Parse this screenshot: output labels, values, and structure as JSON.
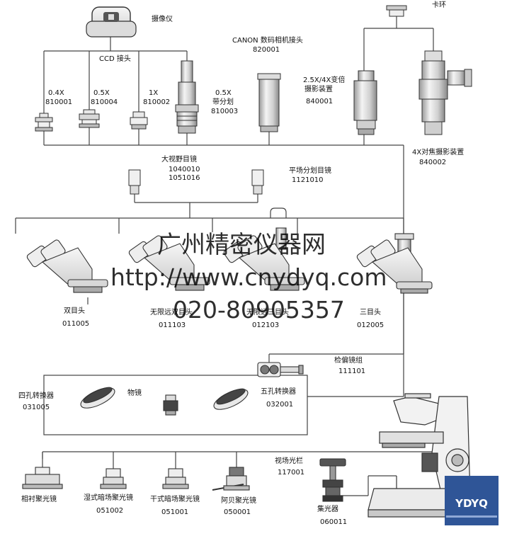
{
  "labels": {
    "camera": "摄像仪",
    "ring": "卡环",
    "canon_title": "CANON 数码相机接头",
    "canon_code": "820001",
    "ccd": "CCD 接头",
    "a_04x": "0.4X",
    "a_04x_code": "810001",
    "a_05x": "0.5X",
    "a_05x_code": "810004",
    "a_1x": "1X",
    "a_1x_code": "810002",
    "a_05x_div": "0.5X",
    "a_05x_div2": "带分划",
    "a_05x_div_code": "810003",
    "photo_25x": "2.5X/4X变倍",
    "photo_25x_2": "摄影装置",
    "photo_25x_code": "840001",
    "focus_4x": "4X对焦摄影装置",
    "focus_4x_code": "840002",
    "wide_eyepiece": "大视野目镜",
    "wide_code1": "1040010",
    "wide_code2": "1051016",
    "flat_eyepiece": "平场分划目镜",
    "flat_code": "1121010",
    "bino_head": "双目头",
    "bino_code": "011005",
    "infinite_head": "无限远双目头",
    "infinite_code": "011103",
    "mid_head": "无限远三目头",
    "mid_code": "012103",
    "trino_head": "三目头",
    "trino_code": "012005",
    "polarizer": "检偏镜组",
    "polarizer_code": "111101",
    "nose4": "四孔转换器",
    "nose4_code": "031005",
    "objective": "物镜",
    "nose5": "五孔转换器",
    "nose5_code": "032001",
    "field_diaphragm": "视场光栏",
    "field_code": "117001",
    "bright_condenser": "相衬聚光镜",
    "wet_dark": "湿式暗场聚光镜",
    "wet_dark_code": "051002",
    "dry_dark": "干式暗场聚光镜",
    "dry_dark_code": "051001",
    "abbe": "阿贝聚光镜",
    "abbe_code": "050001",
    "condenser": "集光器",
    "condenser_code": "060011"
  },
  "watermark": {
    "line1": "广州精密仪器网",
    "line2": "http://www.cnydyq.com",
    "line3": "020-80905357"
  },
  "logo": {
    "text": "YDYQ"
  },
  "colors": {
    "line": "#444444",
    "part_fill": "#e4e4e4",
    "part_dark": "#6a6a6a",
    "logo_bg": "#2f5597"
  }
}
